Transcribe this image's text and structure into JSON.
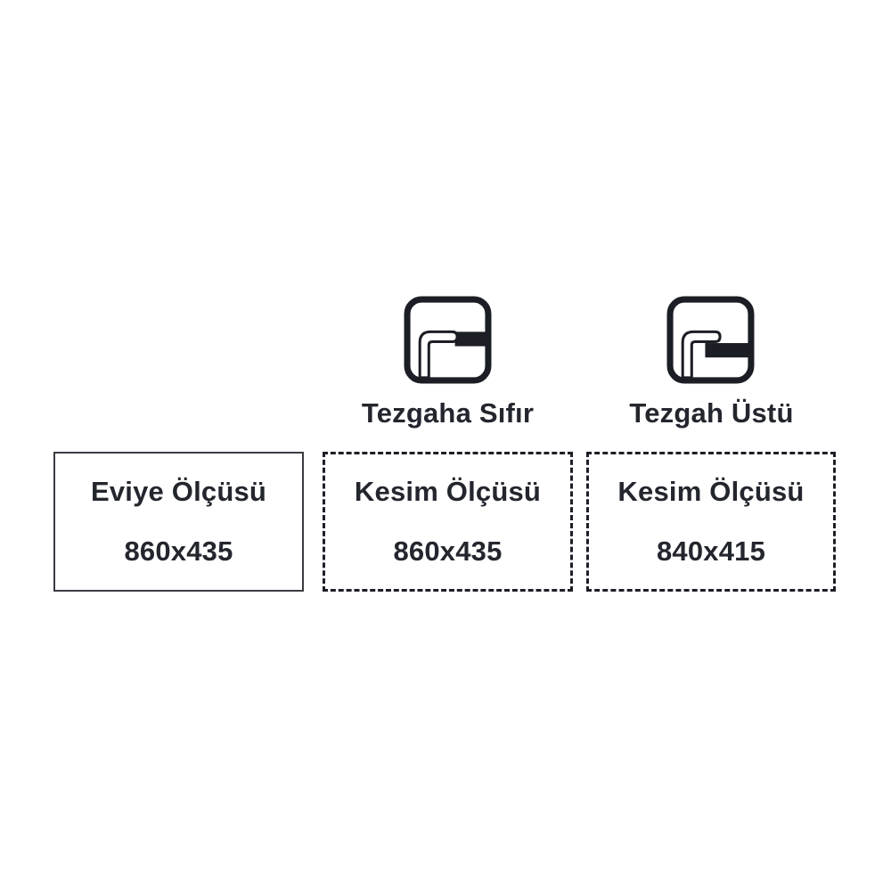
{
  "page": {
    "background_color": "#ffffff",
    "text_color": "#24262e",
    "line_color": "#1c1e25"
  },
  "mount_types": [
    {
      "id": "flush",
      "label": "Tezgaha Sıfır",
      "icon": "flush-mount-icon"
    },
    {
      "id": "topmount",
      "label": "Tezgah Üstü",
      "icon": "top-mount-icon"
    }
  ],
  "size_boxes": [
    {
      "title": "Eviye Ölçüsü",
      "value": "860x435",
      "border_style": "solid"
    },
    {
      "title": "Kesim Ölçüsü",
      "value": "860x435",
      "border_style": "dashed"
    },
    {
      "title": "Kesim Ölçüsü",
      "value": "840x415",
      "border_style": "dashed"
    }
  ]
}
